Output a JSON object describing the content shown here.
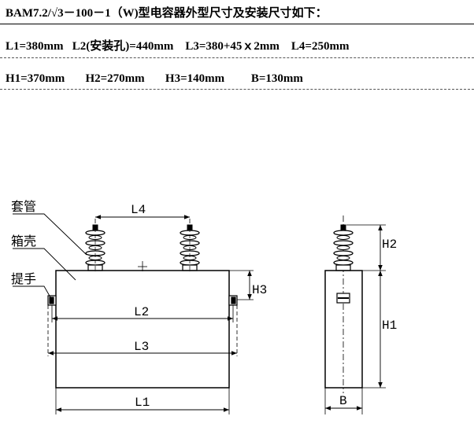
{
  "header": {
    "title": "BAM7.2/√3－100－1（W)型电容器外型尺寸及安装尺寸如下：",
    "row1": "L1=380mm   L2(安装孔)=440mm    L3=380+45ｘ2mm    L4=250mm",
    "row2": "H1=370mm       H2=270mm       H3=140mm         B=130mm"
  },
  "drawing": {
    "part_labels": {
      "bushing": "套管",
      "shell": "箱壳",
      "handle": "提手"
    },
    "dims": {
      "L4": "L4",
      "L2": "L2",
      "L3": "L3",
      "L1": "L1",
      "H2": "H2",
      "H3": "H3",
      "H1": "H1",
      "B": "B"
    }
  }
}
